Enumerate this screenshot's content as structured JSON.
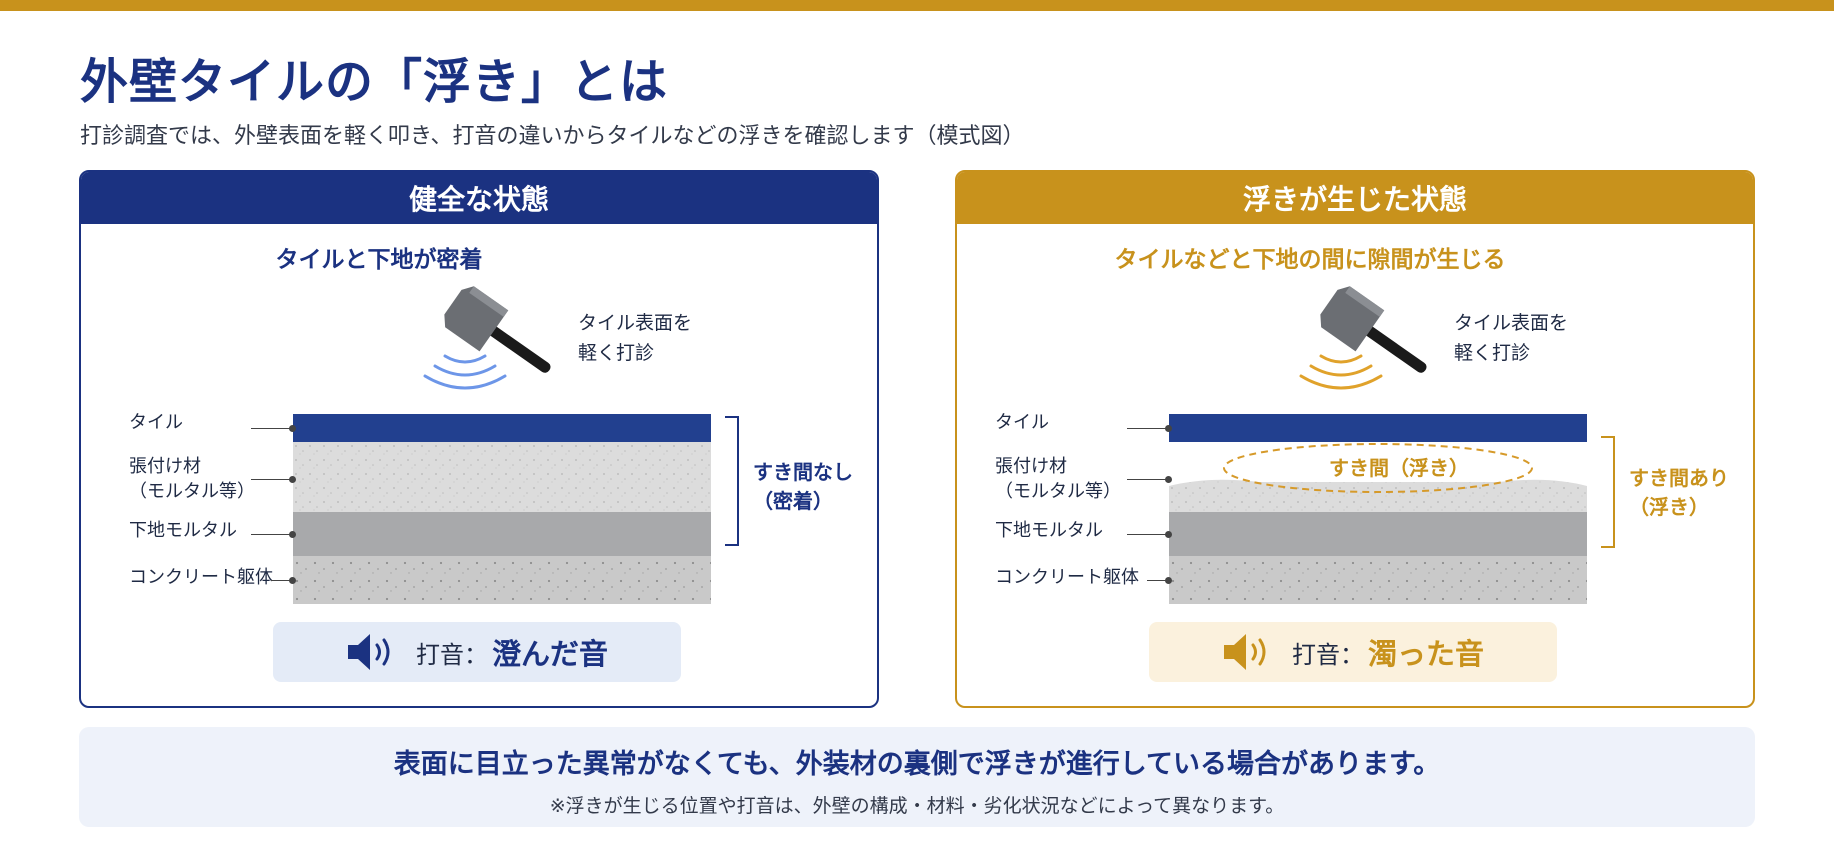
{
  "page": {
    "title": "外壁タイルの「浮き」とは",
    "subtitle": "打診調査では、外壁表面を軽く叩き、打音の違いからタイルなどの浮きを確認します（模式図）"
  },
  "colors": {
    "navy": "#1b3281",
    "gold": "#c8921c",
    "light_blue": "#e4ebf7",
    "light_gold": "#fbf1dd"
  },
  "layer_labels": {
    "tile": "タイル",
    "adhesive": "張付け材\n（モルタル等）",
    "base_mortar": "下地モルタル",
    "concrete": "コンクリート躯体"
  },
  "hammer_note": "タイル表面を\n軽く打診",
  "icons": {
    "hammer": "hammer-icon",
    "sound_waves": "sound-waves-icon",
    "speaker": "speaker-icon"
  },
  "panels": {
    "healthy": {
      "header": "健全な状態",
      "subheading": "タイルと下地が密着",
      "bracket_label": "すき間なし\n（密着）",
      "sound_label": "打音：",
      "sound_value": "澄んだ音"
    },
    "detached": {
      "header": "浮きが生じた状態",
      "subheading": "タイルなどと下地の間に隙間が生じる",
      "gap_label": "すき間（浮き）",
      "bracket_label": "すき間あり\n（浮き）",
      "sound_label": "打音：",
      "sound_value": "濁った音"
    }
  },
  "footer": {
    "main": "表面に目立った異常がなくても、外装材の裏側で浮きが進行している場合があります。",
    "note": "※浮きが生じる位置や打音は、外壁の構成・材料・劣化状況などによって異なります。"
  }
}
